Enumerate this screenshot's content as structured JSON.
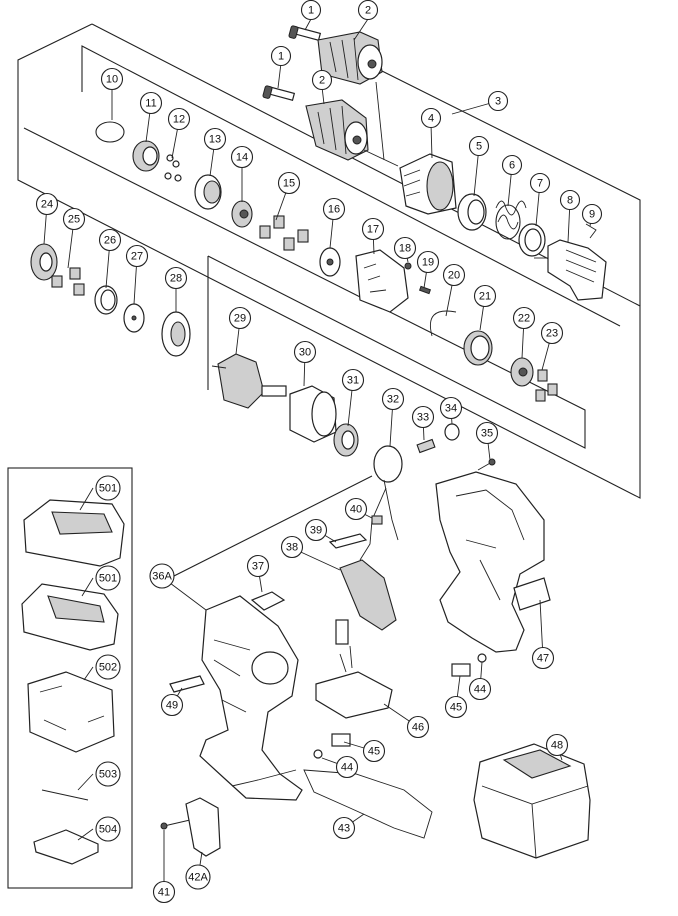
{
  "callouts": [
    {
      "id": "c1a",
      "label": "1"
    },
    {
      "id": "c2a",
      "label": "2"
    },
    {
      "id": "c1b",
      "label": "1"
    },
    {
      "id": "c2b",
      "label": "2"
    },
    {
      "id": "c3",
      "label": "3"
    },
    {
      "id": "c4",
      "label": "4"
    },
    {
      "id": "c5",
      "label": "5"
    },
    {
      "id": "c6",
      "label": "6"
    },
    {
      "id": "c7",
      "label": "7"
    },
    {
      "id": "c8",
      "label": "8"
    },
    {
      "id": "c9",
      "label": "9"
    },
    {
      "id": "c10",
      "label": "10"
    },
    {
      "id": "c11",
      "label": "11"
    },
    {
      "id": "c12",
      "label": "12"
    },
    {
      "id": "c13",
      "label": "13"
    },
    {
      "id": "c14",
      "label": "14"
    },
    {
      "id": "c15",
      "label": "15"
    },
    {
      "id": "c16",
      "label": "16"
    },
    {
      "id": "c17",
      "label": "17"
    },
    {
      "id": "c18",
      "label": "18"
    },
    {
      "id": "c19",
      "label": "19"
    },
    {
      "id": "c20",
      "label": "20"
    },
    {
      "id": "c21",
      "label": "21"
    },
    {
      "id": "c22",
      "label": "22"
    },
    {
      "id": "c23",
      "label": "23"
    },
    {
      "id": "c24",
      "label": "24"
    },
    {
      "id": "c25",
      "label": "25"
    },
    {
      "id": "c26",
      "label": "26"
    },
    {
      "id": "c27",
      "label": "27"
    },
    {
      "id": "c28",
      "label": "28"
    },
    {
      "id": "c29",
      "label": "29"
    },
    {
      "id": "c30",
      "label": "30"
    },
    {
      "id": "c31",
      "label": "31"
    },
    {
      "id": "c32",
      "label": "32"
    },
    {
      "id": "c33",
      "label": "33"
    },
    {
      "id": "c34",
      "label": "34"
    },
    {
      "id": "c35",
      "label": "35"
    },
    {
      "id": "c36A",
      "label": "36A"
    },
    {
      "id": "c37",
      "label": "37"
    },
    {
      "id": "c38",
      "label": "38"
    },
    {
      "id": "c39",
      "label": "39"
    },
    {
      "id": "c40",
      "label": "40"
    },
    {
      "id": "c41",
      "label": "41"
    },
    {
      "id": "c42A",
      "label": "42A"
    },
    {
      "id": "c43",
      "label": "43"
    },
    {
      "id": "c44a",
      "label": "44"
    },
    {
      "id": "c44b",
      "label": "44"
    },
    {
      "id": "c45a",
      "label": "45"
    },
    {
      "id": "c45b",
      "label": "45"
    },
    {
      "id": "c46",
      "label": "46"
    },
    {
      "id": "c47",
      "label": "47"
    },
    {
      "id": "c48",
      "label": "48"
    },
    {
      "id": "c49",
      "label": "49"
    },
    {
      "id": "c501a",
      "label": "501"
    },
    {
      "id": "c501b",
      "label": "501"
    },
    {
      "id": "c502",
      "label": "502"
    },
    {
      "id": "c503",
      "label": "503"
    },
    {
      "id": "c504",
      "label": "504"
    }
  ]
}
